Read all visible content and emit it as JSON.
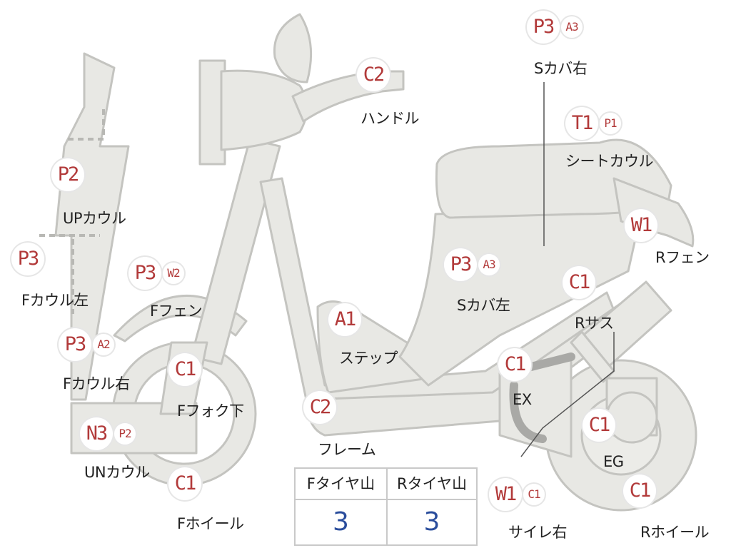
{
  "parts": [
    {
      "id": "handle",
      "label": "ハンドル",
      "badges": [
        "C2"
      ]
    },
    {
      "id": "s-cover-r",
      "label": "Sカバ右",
      "badges": [
        "P3",
        "A3"
      ]
    },
    {
      "id": "seat-cowl",
      "label": "シートカウル",
      "badges": [
        "T1",
        "P1"
      ]
    },
    {
      "id": "up-cowl",
      "label": "UPカウル",
      "badges": [
        "P2"
      ]
    },
    {
      "id": "f-cowl-l",
      "label": "Fカウル左",
      "badges": [
        "P3"
      ]
    },
    {
      "id": "f-fender",
      "label": "Fフェン",
      "badges": [
        "P3",
        "W2"
      ]
    },
    {
      "id": "r-fender",
      "label": "Rフェン",
      "badges": [
        "W1"
      ]
    },
    {
      "id": "s-cover-l",
      "label": "Sカバ左",
      "badges": [
        "P3",
        "A3"
      ]
    },
    {
      "id": "step",
      "label": "ステップ",
      "badges": [
        "A1"
      ]
    },
    {
      "id": "r-sus",
      "label": "Rサス",
      "badges": [
        "C1"
      ]
    },
    {
      "id": "f-cowl-r",
      "label": "Fカウル右",
      "badges": [
        "P3",
        "A2"
      ]
    },
    {
      "id": "f-fork",
      "label": "Fフォク下",
      "badges": [
        "C1"
      ]
    },
    {
      "id": "ex",
      "label": "EX",
      "badges": [
        "C1"
      ]
    },
    {
      "id": "frame",
      "label": "フレーム",
      "badges": [
        "C2"
      ]
    },
    {
      "id": "un-cowl",
      "label": "UNカウル",
      "badges": [
        "N3",
        "P2"
      ]
    },
    {
      "id": "eg",
      "label": "EG",
      "badges": [
        "C1"
      ]
    },
    {
      "id": "f-wheel",
      "label": "Fホイール",
      "badges": [
        "C1"
      ]
    },
    {
      "id": "muffler-r",
      "label": "サイレ右",
      "badges": [
        "W1",
        "C1"
      ]
    },
    {
      "id": "r-wheel",
      "label": "Rホイール",
      "badges": [
        "C1"
      ]
    }
  ],
  "tire_table": {
    "headers": [
      "Fタイヤ山",
      "Rタイヤ山"
    ],
    "values": [
      "3",
      "3"
    ]
  },
  "colors": {
    "body_fill": "#e8e8e4",
    "body_stroke": "#c4c4c0",
    "grade_red": "#b23a3a",
    "value_blue": "#2a4d9c"
  }
}
